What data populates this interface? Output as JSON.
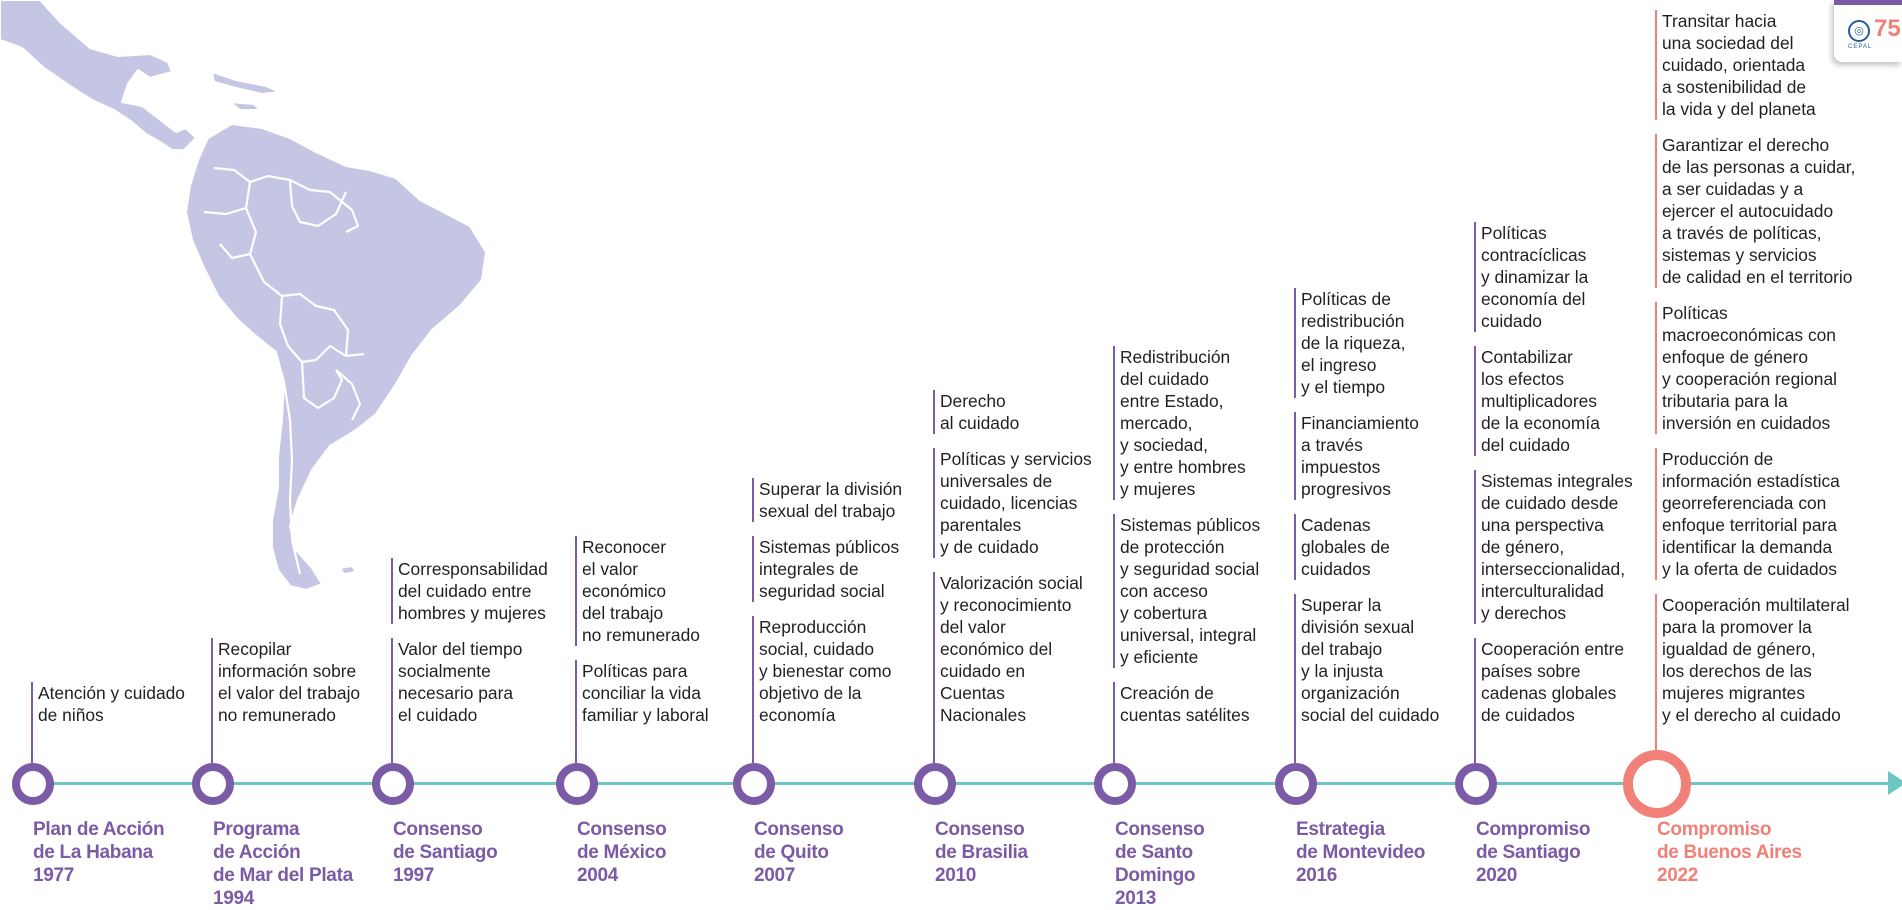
{
  "colors": {
    "primary": "#7b5aa6",
    "accent": "#f08078",
    "timeline": "#6cc7c3",
    "map": "#c5c6e4"
  },
  "logo": {
    "org": "CEPAL",
    "number": "75",
    "icon": "un-emblem-icon"
  },
  "events": [
    {
      "name": "Plan de Acción\nde La Habana\n1977",
      "items": [
        "Atención y cuidado\nde niños"
      ]
    },
    {
      "name": "Programa\nde Acción\nde Mar del Plata\n1994",
      "items": [
        "Recopilar\ninformación sobre\nel valor del trabajo\nno remunerado"
      ]
    },
    {
      "name": "Consenso\nde Santiago\n1997",
      "items": [
        "Corresponsabilidad\ndel cuidado entre\nhombres y mujeres",
        "Valor del tiempo\nsocialmente\nnecesario para\nel cuidado"
      ]
    },
    {
      "name": "Consenso\nde México\n2004",
      "items": [
        "Reconocer\nel valor\neconómico\ndel trabajo\nno remunerado",
        "Políticas para\nconciliar la vida\nfamiliar y laboral"
      ]
    },
    {
      "name": "Consenso\nde Quito\n2007",
      "items": [
        "Superar la división\nsexual del trabajo",
        "Sistemas públicos\nintegrales de\nseguridad social",
        "Reproducción\nsocial, cuidado\ny bienestar como\nobjetivo de la\neconomía"
      ]
    },
    {
      "name": "Consenso\nde Brasilia\n2010",
      "items": [
        "Derecho\nal cuidado",
        "Políticas y servicios\nuniversales de\ncuidado, licencias\nparentales\ny de cuidado",
        "Valorización social\ny reconocimiento\ndel valor\neconómico del\ncuidado en\nCuentas\nNacionales"
      ]
    },
    {
      "name": "Consenso\nde Santo\nDomingo\n2013",
      "items": [
        "Redistribución\ndel cuidado\nentre Estado,\nmercado,\ny sociedad,\ny entre hombres\ny mujeres",
        "Sistemas públicos\nde protección\ny seguridad social\ncon acceso\ny cobertura\nuniversal, integral\ny eficiente",
        "Creación de\ncuentas satélites"
      ]
    },
    {
      "name": "Estrategia\nde Montevideo\n2016",
      "items": [
        "Políticas de\nredistribución\nde la riqueza,\nel ingreso\ny el tiempo",
        "Financiamiento\na través\nimpuestos\nprogresivos",
        "Cadenas\nglobales de\ncuidados",
        "Superar la\ndivisión sexual\ndel trabajo\ny la injusta\norganización\nsocial del cuidado"
      ]
    },
    {
      "name": "Compromiso\nde Santiago\n2020",
      "items": [
        "Políticas\ncontracíclicas\ny dinamizar la\neconomía del\ncuidado",
        "Contabilizar\nlos efectos\nmultiplicadores\nde la economía\ndel cuidado",
        "Sistemas integrales\nde cuidado desde\nuna perspectiva\nde género,\ninterseccionalidad,\ninterculturalidad\ny derechos",
        "Cooperación entre\npaíses sobre\ncadenas globales\nde cuidados"
      ]
    },
    {
      "name": "Compromiso\nde Buenos Aires\n2022",
      "highlight": true,
      "items": [
        "Transitar hacia\nuna sociedad del\ncuidado, orientada\na sostenibilidad de\nla vida y del planeta",
        "Garantizar el derecho\nde las personas a cuidar,\na ser cuidadas y a\nejercer el autocuidado\na través de políticas,\nsistemas y servicios\nde calidad en el territorio",
        "Políticas\nmacroeconómicas con\nenfoque de género\ny cooperación regional\ntributaria para la\ninversión en cuidados",
        "Producción de\ninformación estadística\ngeorreferenciada con\nenfoque territorial para\nidentificar la demanda\ny la oferta de cuidados",
        "Cooperación multilateral\npara la promover la\nigualdad de género,\nlos derechos de las\nmujeres migrantes\ny el derecho al cuidado"
      ]
    }
  ]
}
